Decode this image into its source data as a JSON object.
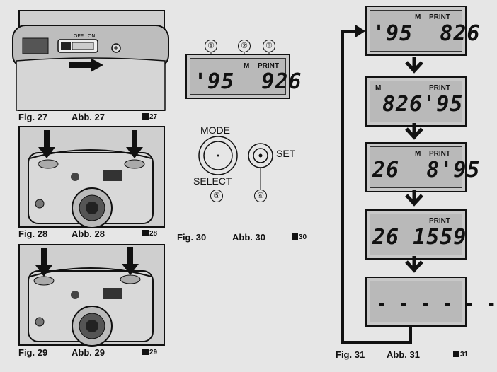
{
  "figures": {
    "fig27": {
      "label": "Fig. 27",
      "abb": "Abb. 27",
      "code": "27",
      "switch_off": "OFF",
      "switch_on": "ON"
    },
    "fig28": {
      "label": "Fig. 28",
      "abb": "Abb. 28",
      "code": "28"
    },
    "fig29": {
      "label": "Fig. 29",
      "abb": "Abb. 29",
      "code": "29"
    },
    "fig30": {
      "label": "Fig. 30",
      "abb": "Abb. 30",
      "code": "30",
      "lcd": {
        "indicator_m": "M",
        "indicator_print": "PRINT",
        "digits": "'95  926"
      },
      "callouts": [
        "①",
        "②",
        "③",
        "④",
        "⑤"
      ],
      "mode_label": "MODE",
      "select_label": "SELECT",
      "set_label": "SET"
    },
    "fig31": {
      "label": "Fig. 31",
      "abb": "Abb. 31",
      "code": "31",
      "displays": [
        {
          "m": "M",
          "print": "PRINT",
          "digits": "'95  826"
        },
        {
          "m": "M",
          "print": "PRINT",
          "digits": "826'95"
        },
        {
          "m": "M",
          "print": "PRINT",
          "digits": "26  8'95"
        },
        {
          "m": "",
          "print": "PRINT",
          "digits": "26 1559"
        },
        {
          "m": "",
          "print": "",
          "digits": "- - - - - -"
        }
      ]
    }
  }
}
